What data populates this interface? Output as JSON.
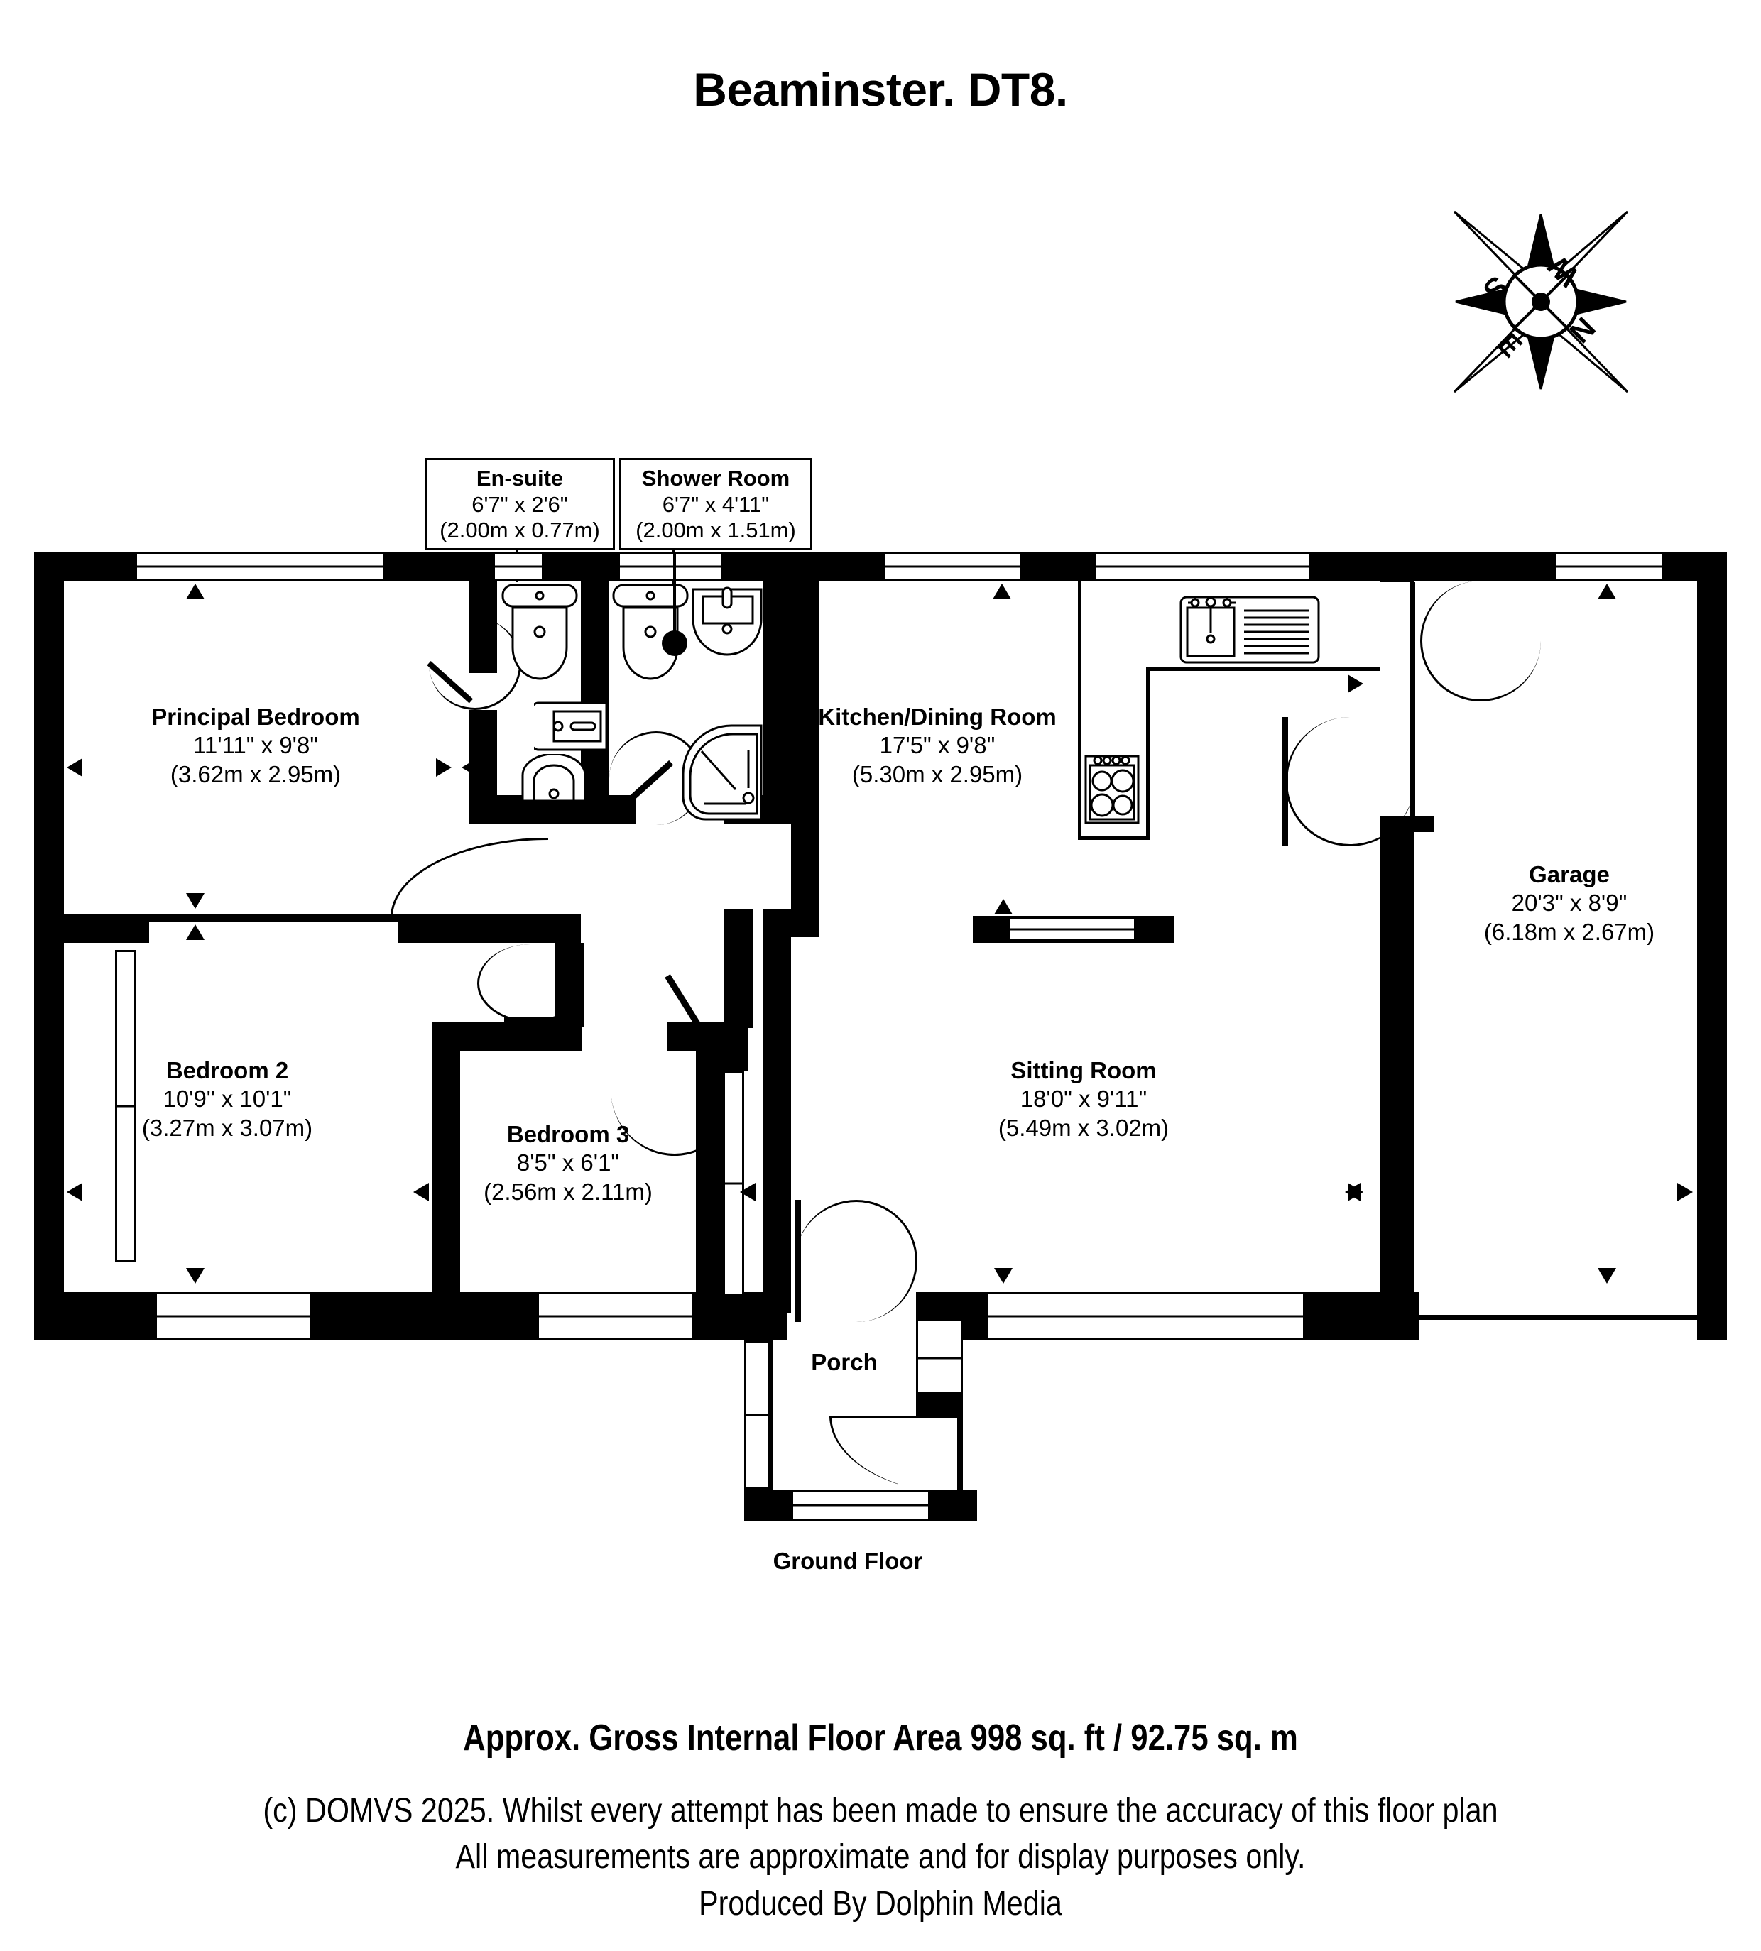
{
  "title": "Beaminster. DT8.",
  "compass": {
    "name": "compass-rose",
    "labels": {
      "n": "N",
      "e": "E",
      "s": "S",
      "w": "W"
    }
  },
  "callouts": [
    {
      "id": "ensuite",
      "name": "En-suite",
      "feet": "6'7\" x 2'6\"",
      "metres": "(2.00m x 0.77m)"
    },
    {
      "id": "shower",
      "name": "Shower Room",
      "feet": "6'7\" x 4'11\"",
      "metres": "(2.00m x 1.51m)"
    }
  ],
  "rooms": [
    {
      "id": "principal-bedroom",
      "name": "Principal Bedroom",
      "feet": "11'11\" x 9'8\"",
      "metres": "(3.62m x 2.95m)"
    },
    {
      "id": "kitchen-dining-room",
      "name": "Kitchen/Dining Room",
      "feet": "17'5\" x 9'8\"",
      "metres": "(5.30m x 2.95m)"
    },
    {
      "id": "garage",
      "name": "Garage",
      "feet": "20'3\" x 8'9\"",
      "metres": "(6.18m x 2.67m)"
    },
    {
      "id": "bedroom-2",
      "name": "Bedroom 2",
      "feet": "10'9\" x 10'1\"",
      "metres": "(3.27m x 3.07m)"
    },
    {
      "id": "bedroom-3",
      "name": "Bedroom 3",
      "feet": "8'5\" x 6'1\"",
      "metres": "(2.56m x 2.11m)"
    },
    {
      "id": "sitting-room",
      "name": "Sitting Room",
      "feet": "18'0\" x 9'11\"",
      "metres": "(5.49m x 3.02m)"
    }
  ],
  "plain_labels": {
    "porch": "Porch",
    "floor_level": "Ground Floor"
  },
  "footer": {
    "area": "Approx. Gross Internal Floor Area 998 sq. ft / 92.75 sq. m",
    "line1": "(c) DOMVS 2025. Whilst every attempt has been made to ensure the accuracy of this floor plan",
    "line2": "All measurements are approximate and for display purposes only.",
    "line3": "Produced By Dolphin Media"
  },
  "colors": {
    "ink": "#000000",
    "paper": "#ffffff"
  }
}
